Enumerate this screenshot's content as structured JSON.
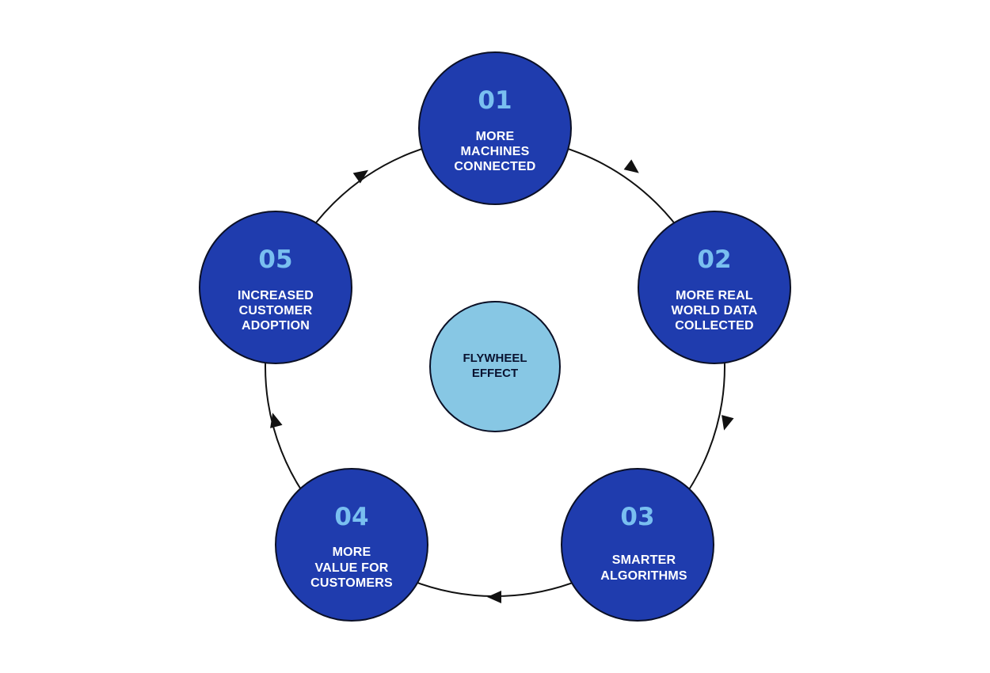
{
  "diagram": {
    "center": {
      "lines": [
        "FLYWHEEL",
        "EFFECT"
      ],
      "fill": "#87c7e4",
      "text_color": "#0a1330"
    },
    "colors": {
      "node_fill": "#1f3cae",
      "node_stroke": "#0b1026",
      "number_color": "#79bff0",
      "label_color": "#ffffff",
      "ring_color": "#111111"
    },
    "nodes": [
      {
        "number": "01",
        "lines": [
          "MORE",
          "MACHINES",
          "CONNECTED"
        ]
      },
      {
        "number": "02",
        "lines": [
          "MORE REAL",
          "WORLD DATA",
          "COLLECTED"
        ]
      },
      {
        "number": "03",
        "lines": [
          "SMARTER",
          "ALGORITHMS"
        ]
      },
      {
        "number": "04",
        "lines": [
          "MORE",
          "VALUE FOR",
          "CUSTOMERS"
        ]
      },
      {
        "number": "05",
        "lines": [
          "INCREASED",
          "CUSTOMER",
          "ADOPTION"
        ]
      }
    ]
  }
}
